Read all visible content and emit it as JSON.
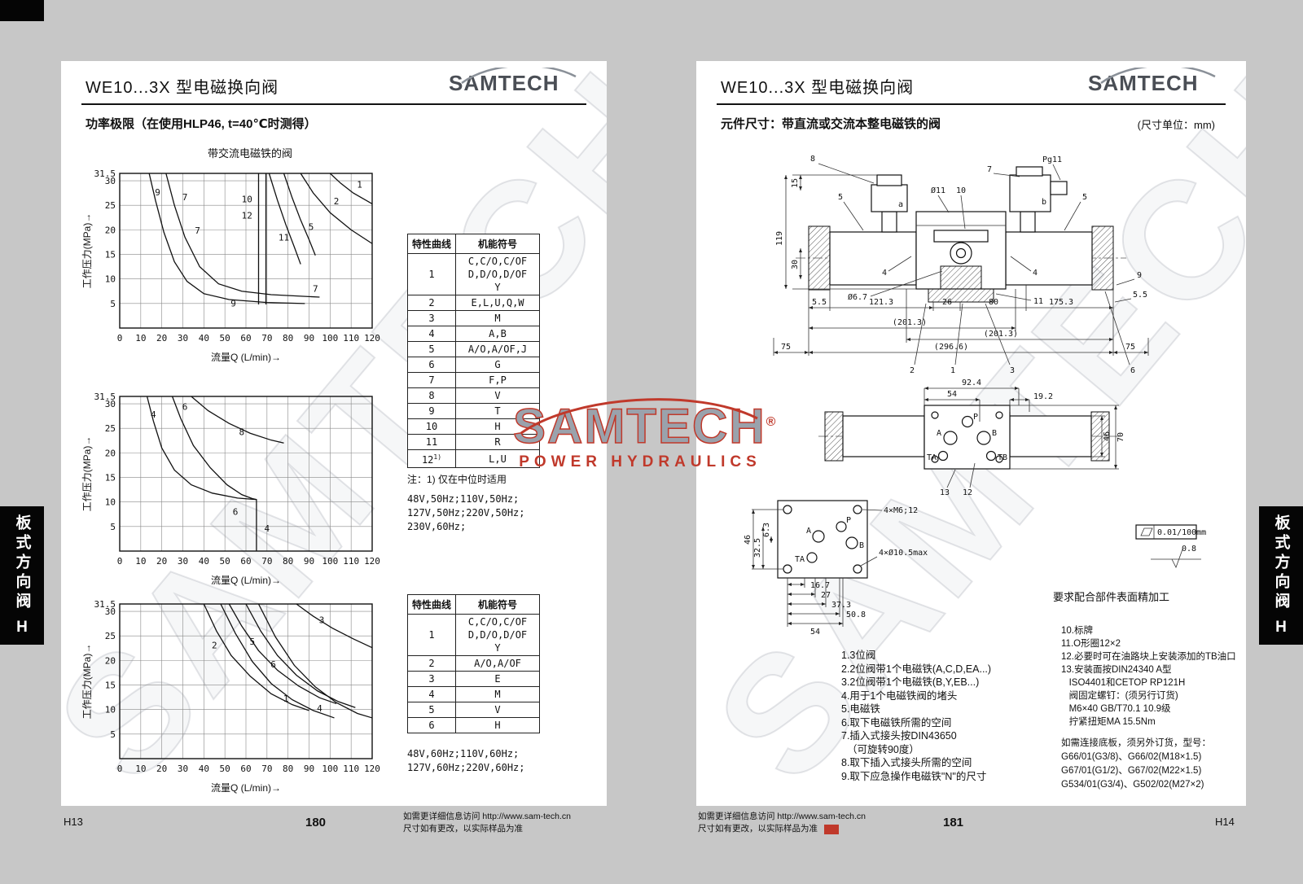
{
  "brand": {
    "name": "SAMTECH",
    "registered": "®",
    "tagline": "POWER HYDRAULICS"
  },
  "side_tab": {
    "label": "板式方向阀",
    "letter": "H"
  },
  "footer_info": [
    "如需更详细信息访问 http://www.sam-tech.cn",
    "尺寸如有更改，以实际样品为准"
  ],
  "left_page": {
    "header_title": "WE10...3X 型电磁换向阀",
    "section_title": "功率极限（在使用HLP46, t=40℃时测得）",
    "chart_group_caption": "带交流电磁铁的阀",
    "table1": {
      "headers": [
        "特性曲线",
        "机能符号"
      ],
      "rows": [
        {
          "curve": "1",
          "note": "",
          "symbols": [
            "C,C/O,C/OF",
            "D,D/O,D/OF",
            "Y"
          ]
        },
        {
          "curve": "2",
          "note": "",
          "symbols": [
            "E,L,U,Q,W"
          ]
        },
        {
          "curve": "3",
          "note": "",
          "symbols": [
            "M"
          ]
        },
        {
          "curve": "4",
          "note": "",
          "symbols": [
            "A,B"
          ]
        },
        {
          "curve": "5",
          "note": "",
          "symbols": [
            "A/O,A/OF,J"
          ]
        },
        {
          "curve": "6",
          "note": "",
          "symbols": [
            "G"
          ]
        },
        {
          "curve": "7",
          "note": "",
          "symbols": [
            "F,P"
          ]
        },
        {
          "curve": "8",
          "note": "",
          "symbols": [
            "V"
          ]
        },
        {
          "curve": "9",
          "note": "",
          "symbols": [
            "T"
          ]
        },
        {
          "curve": "10",
          "note": "",
          "symbols": [
            "H"
          ]
        },
        {
          "curve": "11",
          "note": "",
          "symbols": [
            "R"
          ]
        },
        {
          "curve": "12",
          "note": "1)",
          "symbols": [
            "L,U"
          ]
        }
      ]
    },
    "note": "注：1) 仅在中位时适用",
    "voltages1": [
      "48V,50Hz;110V,50Hz;",
      "127V,50Hz;220V,50Hz;",
      "230V,60Hz;"
    ],
    "table2": {
      "headers": [
        "特性曲线",
        "机能符号"
      ],
      "rows": [
        {
          "curve": "1",
          "note": "",
          "symbols": [
            "C,C/O,C/OF",
            "D,D/O,D/OF",
            "Y"
          ]
        },
        {
          "curve": "2",
          "note": "",
          "symbols": [
            "A/O,A/OF"
          ]
        },
        {
          "curve": "3",
          "note": "",
          "symbols": [
            "E"
          ]
        },
        {
          "curve": "4",
          "note": "",
          "symbols": [
            "M"
          ]
        },
        {
          "curve": "5",
          "note": "",
          "symbols": [
            "V"
          ]
        },
        {
          "curve": "6",
          "note": "",
          "symbols": [
            "H"
          ]
        }
      ]
    },
    "voltages2": [
      "48V,60Hz;110V,60Hz;",
      "127V,60Hz;220V,60Hz;"
    ],
    "footer": {
      "page_code": "H13",
      "page_number": "180"
    }
  },
  "right_page": {
    "header_title": "WE10...3X 型电磁换向阀",
    "section_title": "元件尺寸：带直流或交流本整电磁铁的阀",
    "unit_note": "(尺寸单位：mm)",
    "front_view": {
      "labels": {
        "n8": "8",
        "n7": "7",
        "pg11": "Pg11",
        "dia11": "Ø11",
        "n10": "10",
        "n5l": "5",
        "n5r": "5",
        "n4l": "4",
        "n4r": "4",
        "n11": "11",
        "n9": "9",
        "la": "a",
        "lb": "b",
        "h119": "119",
        "h15": "15",
        "h30": "30",
        "dia67": "Ø6.7",
        "d55l": "5.5",
        "d1213": "121.3",
        "d26": "26",
        "d80": "80",
        "d1753": "175.3",
        "d55r": "5.5",
        "d2013l": "(201.3)",
        "d2013r": "(201.3)",
        "d2966": "(296.6)",
        "d75l": "75",
        "d75r": "75",
        "n1": "1",
        "n2": "2",
        "n3": "3",
        "n6": "6"
      }
    },
    "top_view": {
      "labels": {
        "d924": "92.4",
        "d54": "54",
        "d192": "19.2",
        "d46": "46",
        "d70": "70",
        "pp": "P",
        "pa": "A",
        "pb": "B",
        "pta": "TA",
        "ptb": "TB",
        "n13": "13",
        "n12": "12"
      }
    },
    "mount_view": {
      "labels": {
        "d46": "46",
        "d325": "32.5",
        "d63": "6.3",
        "m6": "4×M6;12",
        "dia105": "4×Ø10.5max",
        "d167": "16.7",
        "d27": "27",
        "d373": "37.3",
        "d508": "50.8",
        "d54": "54",
        "pp": "P",
        "pa": "A",
        "pb": "B",
        "pta": "TA"
      }
    },
    "finish": {
      "flatness": "0.01/100mm",
      "roughness": "0.8",
      "note": "要求配合部件表面精加工"
    },
    "callout_list_left": [
      "1.3位阀",
      "2.2位阀带1个电磁铁(A,C,D,EA...)",
      "3.2位阀带1个电磁铁(B,Y,EB...)",
      "4.用于1个电磁铁阀的堵头",
      "5.电磁铁",
      "6.取下电磁铁所需的空间",
      "7.插入式接头按DIN43650",
      "  （可旋转90度）",
      "8.取下插入式接头所需的空间",
      "9.取下应急操作电磁铁\"N\"的尺寸"
    ],
    "callout_list_right": [
      "10.标牌",
      "11.O形圈12×2",
      "12.必要时可在油路块上安装添加的TB油口",
      "13.安装面按DIN24340 A型",
      "   ISO4401和CETOP RP121H",
      "   阀固定螺钉：(须另行订货)",
      "   M6×40 GB/T70.1 10.9级",
      "   拧紧扭矩MA 15.5Nm"
    ],
    "order_info": [
      "如需连接底板，须另外订货，型号：",
      "G66/01(G3/8)、G66/02(M18×1.5)",
      "G67/01(G1/2)、G67/02(M22×1.5)",
      "G534/01(G3/4)、G502/02(M27×2)"
    ],
    "footer": {
      "page_code": "H14",
      "page_number": "181"
    }
  },
  "chart_data": [
    {
      "type": "line",
      "title": "带交流电磁铁的阀",
      "xlabel": "流量Q (L/min)→",
      "ylabel": "工作压力(MPa)→",
      "xlim": [
        0,
        120
      ],
      "ylim": [
        0,
        31.5
      ],
      "x_ticks": [
        0,
        10,
        20,
        30,
        40,
        50,
        60,
        70,
        80,
        90,
        100,
        110,
        120
      ],
      "y_ticks": [
        5,
        10,
        15,
        20,
        25,
        30,
        31.5
      ],
      "grid": true,
      "legend_position": "none",
      "series": [
        {
          "name": "9",
          "points": [
            [
              14,
              31.5
            ],
            [
              17,
              26
            ],
            [
              21,
              19.5
            ],
            [
              26,
              13.5
            ],
            [
              32,
              9.5
            ],
            [
              40,
              7
            ],
            [
              52,
              5.8
            ],
            [
              70,
              5.2
            ],
            [
              88,
              5
            ]
          ]
        },
        {
          "name": "7",
          "points": [
            [
              22,
              31.5
            ],
            [
              26,
              25
            ],
            [
              31,
              18.5
            ],
            [
              38,
              12.5
            ],
            [
              47,
              9
            ],
            [
              58,
              7.5
            ],
            [
              72,
              6.8
            ],
            [
              95,
              6.3
            ]
          ]
        },
        {
          "name": "10",
          "points": [
            [
              66,
              31.5
            ],
            [
              66,
              4.8
            ]
          ]
        },
        {
          "name": "12",
          "points": [
            [
              69.5,
              31.5
            ],
            [
              69.5,
              4.8
            ]
          ]
        },
        {
          "name": "11",
          "points": [
            [
              71,
              31.5
            ],
            [
              75,
              26
            ],
            [
              79,
              21
            ],
            [
              83,
              16.5
            ],
            [
              86,
              13
            ]
          ]
        },
        {
          "name": "5",
          "points": [
            [
              78,
              31.5
            ],
            [
              82,
              26.5
            ],
            [
              86,
              22
            ],
            [
              90,
              18
            ],
            [
              93,
              14.8
            ]
          ]
        },
        {
          "name": "2",
          "points": [
            [
              86,
              31.5
            ],
            [
              92,
              27.5
            ],
            [
              100,
              23.5
            ],
            [
              110,
              20
            ],
            [
              120,
              17.2
            ]
          ]
        },
        {
          "name": "1",
          "points": [
            [
              100,
              31.5
            ],
            [
              105,
              29.5
            ],
            [
              111,
              27.5
            ],
            [
              118,
              25.8
            ],
            [
              120,
              25.3
            ]
          ]
        }
      ],
      "labels": [
        {
          "text": "9",
          "x": 18,
          "y": 27
        },
        {
          "text": "7",
          "x": 31,
          "y": 26
        },
        {
          "text": "7",
          "x": 37,
          "y": 19.2
        },
        {
          "text": "10",
          "x": 60.5,
          "y": 25.6
        },
        {
          "text": "12",
          "x": 60.5,
          "y": 22.3
        },
        {
          "text": "5",
          "x": 91,
          "y": 20
        },
        {
          "text": "11",
          "x": 78,
          "y": 17.8
        },
        {
          "text": "2",
          "x": 103,
          "y": 25.2
        },
        {
          "text": "1",
          "x": 114,
          "y": 28.6
        },
        {
          "text": "9",
          "x": 54,
          "y": 4.4
        },
        {
          "text": "7",
          "x": 93,
          "y": 7.4
        }
      ]
    },
    {
      "type": "line",
      "title": "",
      "xlabel": "流量Q (L/min)→",
      "ylabel": "工作压力(MPa)→",
      "xlim": [
        0,
        120
      ],
      "ylim": [
        0,
        31.5
      ],
      "x_ticks": [
        0,
        10,
        20,
        30,
        40,
        50,
        60,
        70,
        80,
        90,
        100,
        110,
        120
      ],
      "y_ticks": [
        5,
        10,
        15,
        20,
        25,
        30,
        31.5
      ],
      "grid": true,
      "legend_position": "none",
      "series": [
        {
          "name": "4",
          "points": [
            [
              13,
              31.5
            ],
            [
              16,
              26.5
            ],
            [
              20,
              21
            ],
            [
              26,
              16.5
            ],
            [
              34,
              13.5
            ],
            [
              44,
              11.8
            ],
            [
              56,
              10.8
            ],
            [
              65,
              10.5
            ],
            [
              65,
              0
            ]
          ]
        },
        {
          "name": "6",
          "points": [
            [
              25,
              31.5
            ],
            [
              29,
              27
            ],
            [
              35,
              21.5
            ],
            [
              43,
              17
            ],
            [
              51,
              13.5
            ],
            [
              58,
              11.5
            ],
            [
              63,
              10.7
            ],
            [
              65,
              10.5
            ]
          ]
        },
        {
          "name": "8",
          "points": [
            [
              34,
              31.5
            ],
            [
              42,
              28.6
            ],
            [
              52,
              26
            ],
            [
              62,
              24
            ],
            [
              72,
              22.6
            ],
            [
              78,
              22
            ]
          ]
        }
      ],
      "labels": [
        {
          "text": "4",
          "x": 16,
          "y": 27.2
        },
        {
          "text": "6",
          "x": 31,
          "y": 28.8
        },
        {
          "text": "8",
          "x": 58,
          "y": 23.6
        },
        {
          "text": "6",
          "x": 55,
          "y": 7.4
        },
        {
          "text": "4",
          "x": 70,
          "y": 4
        }
      ]
    },
    {
      "type": "line",
      "title": "",
      "xlabel": "流量Q (L/min)→",
      "ylabel": "工作压力(MPa)→",
      "xlim": [
        0,
        120
      ],
      "ylim": [
        0,
        31.5
      ],
      "x_ticks": [
        0,
        10,
        20,
        30,
        40,
        50,
        60,
        70,
        80,
        90,
        100,
        110,
        120
      ],
      "y_ticks": [
        5,
        10,
        15,
        20,
        25,
        30,
        31.5
      ],
      "grid": true,
      "legend_position": "none",
      "series": [
        {
          "name": "2",
          "points": [
            [
              40,
              31.5
            ],
            [
              46,
              26
            ],
            [
              53,
              21
            ],
            [
              62,
              16.8
            ],
            [
              72,
              13.2
            ],
            [
              82,
              11
            ],
            [
              90,
              9.8
            ]
          ]
        },
        {
          "name": "5",
          "points": [
            [
              52,
              31.5
            ],
            [
              58,
              27
            ],
            [
              66,
              22
            ],
            [
              75,
              18
            ],
            [
              85,
              14.8
            ],
            [
              95,
              12.4
            ],
            [
              103,
              11.2
            ]
          ]
        },
        {
          "name": "3",
          "points": [
            [
              84,
              31.5
            ],
            [
              92,
              29
            ],
            [
              101,
              26.6
            ],
            [
              111,
              24.4
            ],
            [
              120,
              22.6
            ]
          ]
        },
        {
          "name": "6",
          "points": [
            [
              60,
              31.5
            ],
            [
              67,
              26
            ],
            [
              75,
              21
            ],
            [
              84,
              17
            ],
            [
              94,
              13.8
            ],
            [
              104,
              11.6
            ],
            [
              112,
              10.4
            ]
          ]
        },
        {
          "name": "1",
          "points": [
            [
              48,
              31.5
            ],
            [
              55,
              25.5
            ],
            [
              63,
              19.8
            ],
            [
              72,
              15.3
            ],
            [
              82,
              12
            ],
            [
              92,
              9.8
            ],
            [
              102,
              8.3
            ]
          ]
        },
        {
          "name": "4",
          "points": [
            [
              66,
              31.5
            ],
            [
              74,
              24.8
            ],
            [
              83,
              19
            ],
            [
              93,
              14.6
            ],
            [
              103,
              11.4
            ],
            [
              113,
              9.2
            ],
            [
              120,
              8.3
            ]
          ]
        }
      ],
      "labels": [
        {
          "text": "2",
          "x": 45,
          "y": 22.5
        },
        {
          "text": "5",
          "x": 63,
          "y": 23.2
        },
        {
          "text": "3",
          "x": 96,
          "y": 27.6
        },
        {
          "text": "6",
          "x": 73,
          "y": 18.6
        },
        {
          "text": "1",
          "x": 79,
          "y": 11.6
        },
        {
          "text": "4",
          "x": 95,
          "y": 9.6
        }
      ]
    }
  ]
}
